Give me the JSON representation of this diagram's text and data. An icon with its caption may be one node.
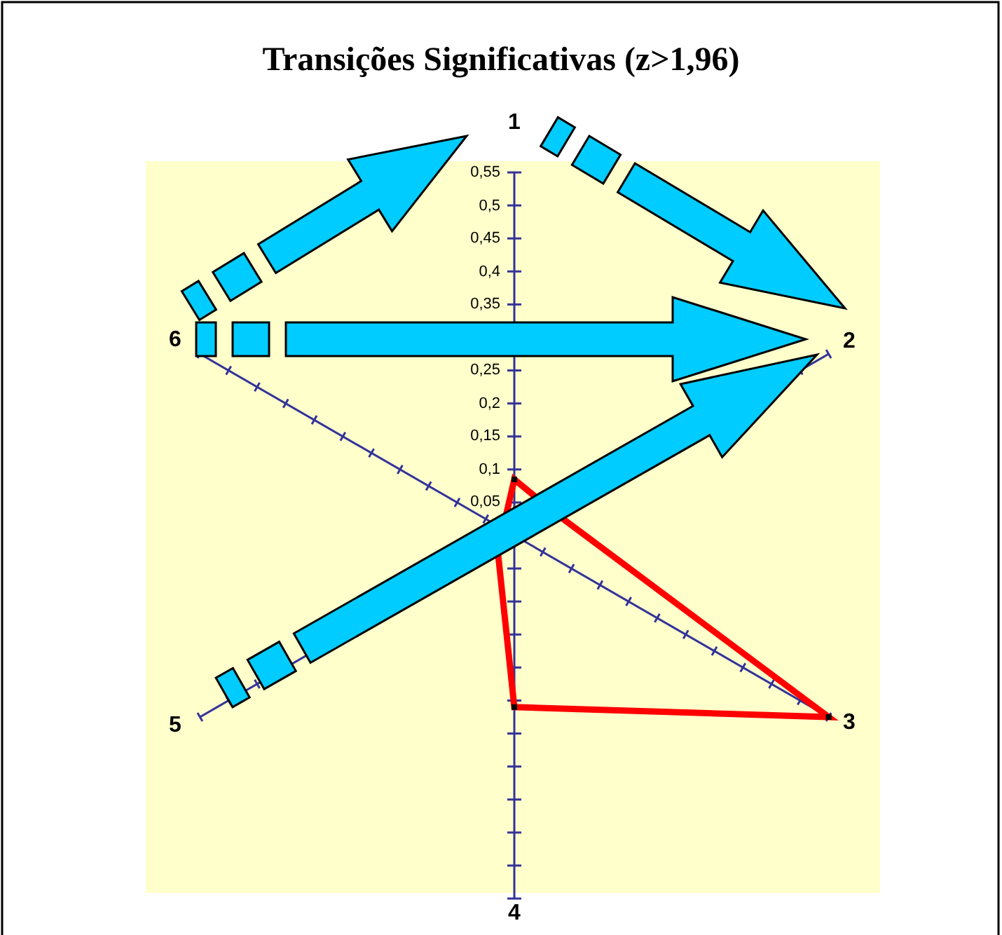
{
  "diagram": {
    "title": "Transições Significativas (z>1,96)",
    "nodes": [
      {
        "text": [
          "1"
        ]
      },
      {
        "text": [
          "2"
        ]
      },
      {
        "text": [
          "3"
        ]
      },
      {
        "text": [
          "4"
        ]
      },
      {
        "text": [
          "5"
        ]
      },
      {
        "text": [
          "6"
        ]
      }
    ],
    "edges": [
      {
        "from": 5,
        "to": 0,
        "arrow": "to"
      },
      {
        "from": 0,
        "to": 1,
        "arrow": "to"
      },
      {
        "from": 5,
        "to": 1,
        "arrow": "to"
      },
      {
        "from": 4,
        "to": 1,
        "arrow": "to"
      }
    ],
    "labels": [
      "0,55",
      "0,5",
      "0,45",
      "0,4",
      "0,35",
      "0,25",
      "0,2",
      "0,15",
      "0,1",
      "0,05"
    ]
  }
}
